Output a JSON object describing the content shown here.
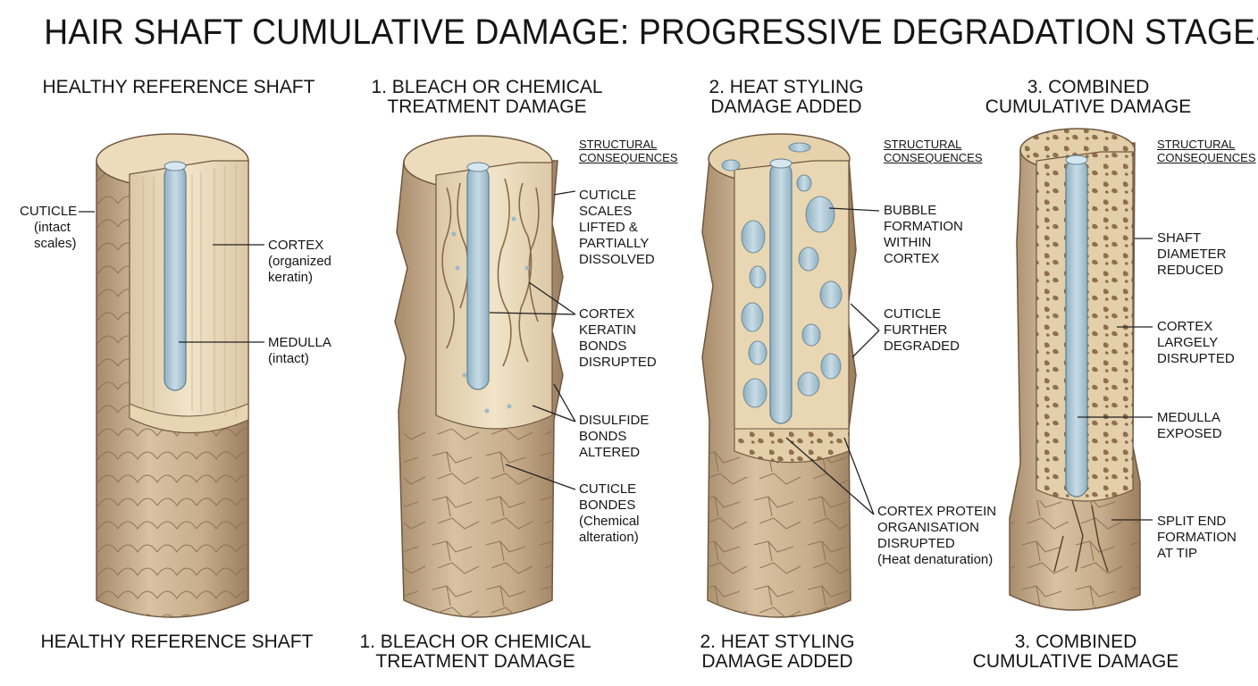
{
  "title": "HAIR SHAFT CUMULATIVE DAMAGE: PROGRESSIVE DEGRADATION STAGES",
  "colors": {
    "outer_shaft": "#c9b08f",
    "cortex": "#ead9b8",
    "medulla": "#a9c4d4",
    "cuticle_line": "#8a6f52",
    "bubble": "#d6e4ea"
  },
  "panels": [
    {
      "header": [
        "HEALTHY REFERENCE SHAFT"
      ],
      "footer": [
        "HEALTHY REFERENCE SHAFT"
      ],
      "labels": {
        "cuticle": [
          "CUTICLE",
          "(intact",
          "scales)"
        ],
        "cortex": [
          "CORTEX",
          "(organized",
          "keratin)"
        ],
        "medulla": [
          "MEDULLA",
          "(intact)"
        ]
      }
    },
    {
      "header": [
        "1. BLEACH OR CHEMICAL",
        "TREATMENT DAMAGE"
      ],
      "footer": [
        "1. BLEACH OR CHEMICAL",
        "TREATMENT DAMAGE"
      ],
      "structural_consequences": [
        "STRUCTURAL",
        "CONSEQUENCES"
      ],
      "labels": {
        "cuticle_scales": [
          "CUTICLE",
          "SCALES",
          "LIFTED &",
          "PARTIALLY",
          "DISSOLVED"
        ],
        "cortex_bonds": [
          "CORTEX",
          "KERATIN",
          "BONDS",
          "DISRUPTED"
        ],
        "disulfide": [
          "DISULFIDE",
          "BONDS",
          "ALTERED"
        ],
        "cuticle_bondes": [
          "CUTICLE",
          "BONDES",
          "(Chemical",
          "alteration)"
        ]
      }
    },
    {
      "header": [
        "2. HEAT STYLING",
        "DAMAGE ADDED"
      ],
      "footer": [
        "2. HEAT STYLING",
        "DAMAGE ADDED"
      ],
      "structural_consequences": [
        "STRUCTURAL",
        "CONSEQUENCES"
      ],
      "labels": {
        "bubble": [
          "BUBBLE",
          "FORMATION",
          "WITHIN",
          "CORTEX"
        ],
        "cuticle": [
          "CUTICLE",
          "FURTHER",
          "DEGRADED"
        ],
        "cortex_protein": [
          "CORTEX PROTEIN",
          "ORGANISATION",
          "DISRUPTED",
          "(Heat denaturation)"
        ]
      }
    },
    {
      "header": [
        "3. COMBINED",
        "CUMULATIVE DAMAGE"
      ],
      "footer": [
        "3. COMBINED",
        "CUMULATIVE DAMAGE"
      ],
      "structural_consequences": [
        "STRUCTURAL",
        "CONSEQUENCES"
      ],
      "labels": {
        "shaft_diameter": [
          "SHAFT",
          "DIAMETER",
          "REDUCED"
        ],
        "cortex": [
          "CORTEX",
          "LARGELY",
          "DISRUPTED"
        ],
        "medulla": [
          "MEDULLA",
          "EXPOSED"
        ],
        "split_end": [
          "SPLIT END",
          "FORMATION",
          "AT TIP"
        ]
      }
    }
  ]
}
